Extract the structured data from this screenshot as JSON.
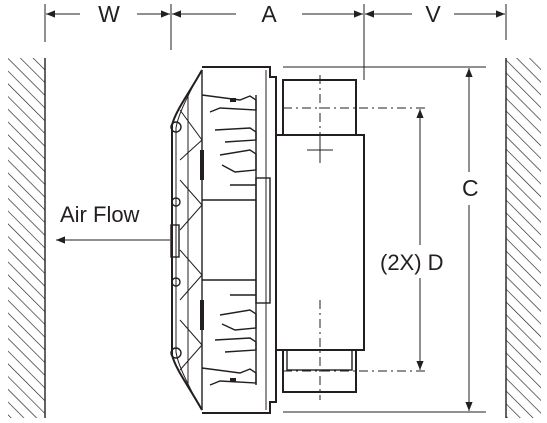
{
  "dimensions": {
    "w": "W",
    "a": "A",
    "v": "V",
    "c": "C",
    "d": "(2X) D"
  },
  "annotations": {
    "air_flow": "Air Flow"
  },
  "colors": {
    "ink": "#231f20",
    "background": "#ffffff"
  }
}
